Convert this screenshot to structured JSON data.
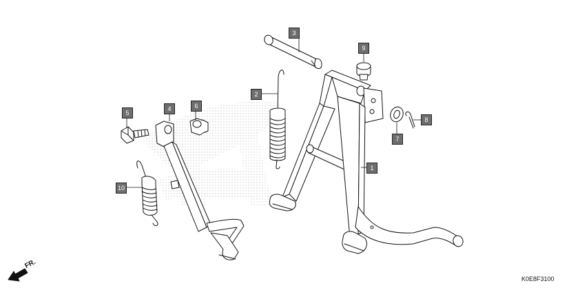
{
  "diagram": {
    "code": "K0E8F3100",
    "direction_label": "FR.",
    "callouts": [
      {
        "id": "c1",
        "label": "1"
      },
      {
        "id": "c2",
        "label": "2"
      },
      {
        "id": "c3",
        "label": "3"
      },
      {
        "id": "c4",
        "label": "4"
      },
      {
        "id": "c5",
        "label": "5"
      },
      {
        "id": "c6",
        "label": "6"
      },
      {
        "id": "c7",
        "label": "7"
      },
      {
        "id": "c8",
        "label": "8"
      },
      {
        "id": "c9",
        "label": "9"
      },
      {
        "id": "c10",
        "label": "10"
      }
    ]
  }
}
